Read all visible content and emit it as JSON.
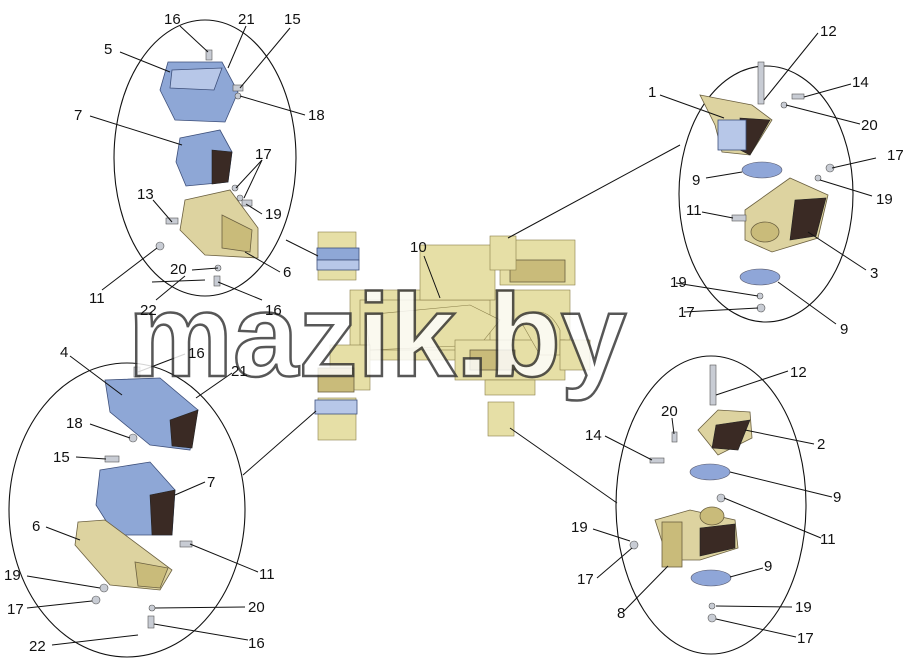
{
  "watermark": "mazik.by",
  "labels": {
    "tl_16": "16",
    "tl_21": "21",
    "tl_15": "15",
    "tl_5": "5",
    "tl_18": "18",
    "tl_7": "7",
    "tl_17": "17",
    "tl_13": "13",
    "tl_19": "19",
    "tl_11": "11",
    "tl_20": "20",
    "tl_6": "6",
    "tl_22": "22",
    "tl_16b": "16",
    "bl_4": "4",
    "bl_16": "16",
    "bl_21": "21",
    "bl_18": "18",
    "bl_15": "15",
    "bl_7": "7",
    "bl_6": "6",
    "bl_11": "11",
    "bl_19": "19",
    "bl_17": "17",
    "bl_20": "20",
    "bl_22": "22",
    "bl_16b": "16",
    "c_10": "10",
    "tr_12": "12",
    "tr_1": "1",
    "tr_14": "14",
    "tr_20": "20",
    "tr_17": "17",
    "tr_9": "9",
    "tr_19": "19",
    "tr_11": "11",
    "tr_3": "3",
    "tr_19b": "19",
    "tr_17b": "17",
    "tr_9b": "9",
    "br_12": "12",
    "br_20": "20",
    "br_14": "14",
    "br_2": "2",
    "br_9": "9",
    "br_11": "11",
    "br_19": "19",
    "br_17": "17",
    "br_9b": "9",
    "br_8": "8",
    "br_19b": "19",
    "br_17b": "17"
  }
}
